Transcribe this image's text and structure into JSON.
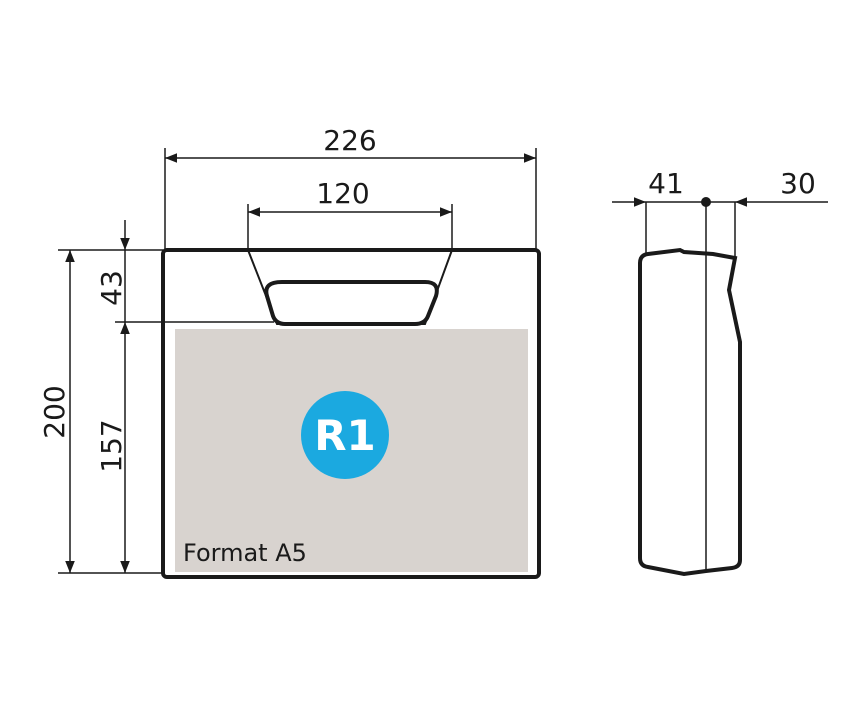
{
  "dimensions": {
    "width_total": "226",
    "handle_width": "120",
    "handle_height": "43",
    "height_total": "200",
    "insert_height": "157",
    "depth": "41",
    "side_offset": "30"
  },
  "insert": {
    "badge": "R1",
    "format_label": "Format A5"
  },
  "colors": {
    "outline": "#1a1a1a",
    "insert_fill": "#d8d3cf",
    "badge_fill": "#1ba9e0"
  }
}
